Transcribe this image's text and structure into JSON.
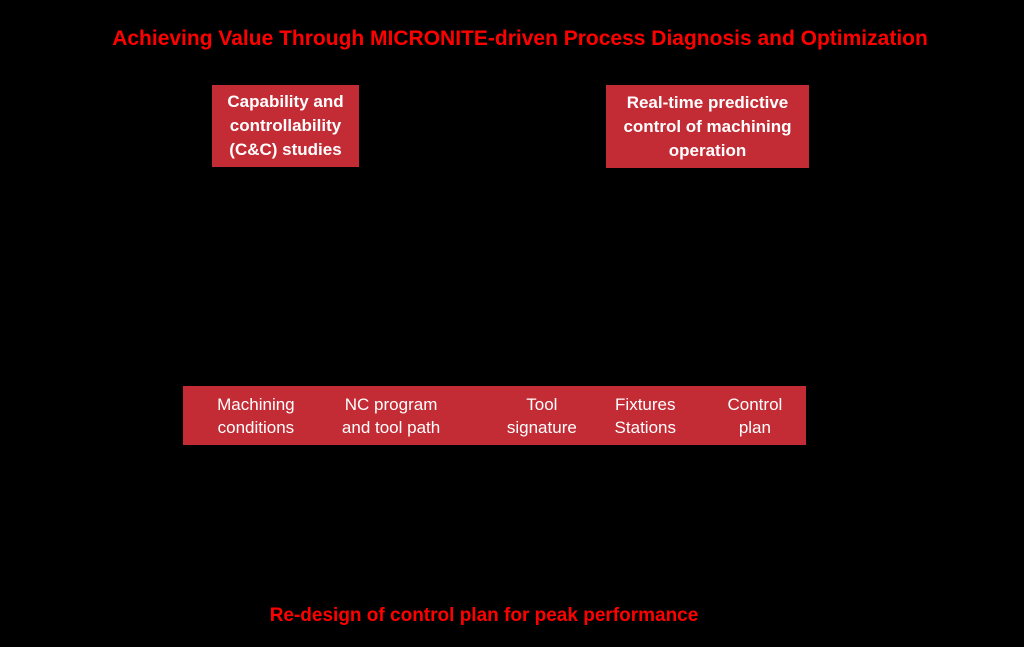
{
  "colors": {
    "background": "#000000",
    "accent_red": "#c32b35",
    "title_red": "#ff0000",
    "box_text": "#ffffff"
  },
  "title": "Achieving Value Through MICRONITE-driven Process Diagnosis and Optimization",
  "boxes": {
    "left": "Capability and\ncontrollability\n(C&C) studies",
    "right": "Real-time predictive\ncontrol of machining\noperation"
  },
  "bar": {
    "items": [
      {
        "label": "Machining\nconditions"
      },
      {
        "label": "NC program\nand tool path"
      },
      {
        "label": "Tool\nsignature"
      },
      {
        "label": "Fixtures\nStations"
      },
      {
        "label": "Control\nplan"
      }
    ]
  },
  "footer": "Re-design of control plan for peak performance"
}
